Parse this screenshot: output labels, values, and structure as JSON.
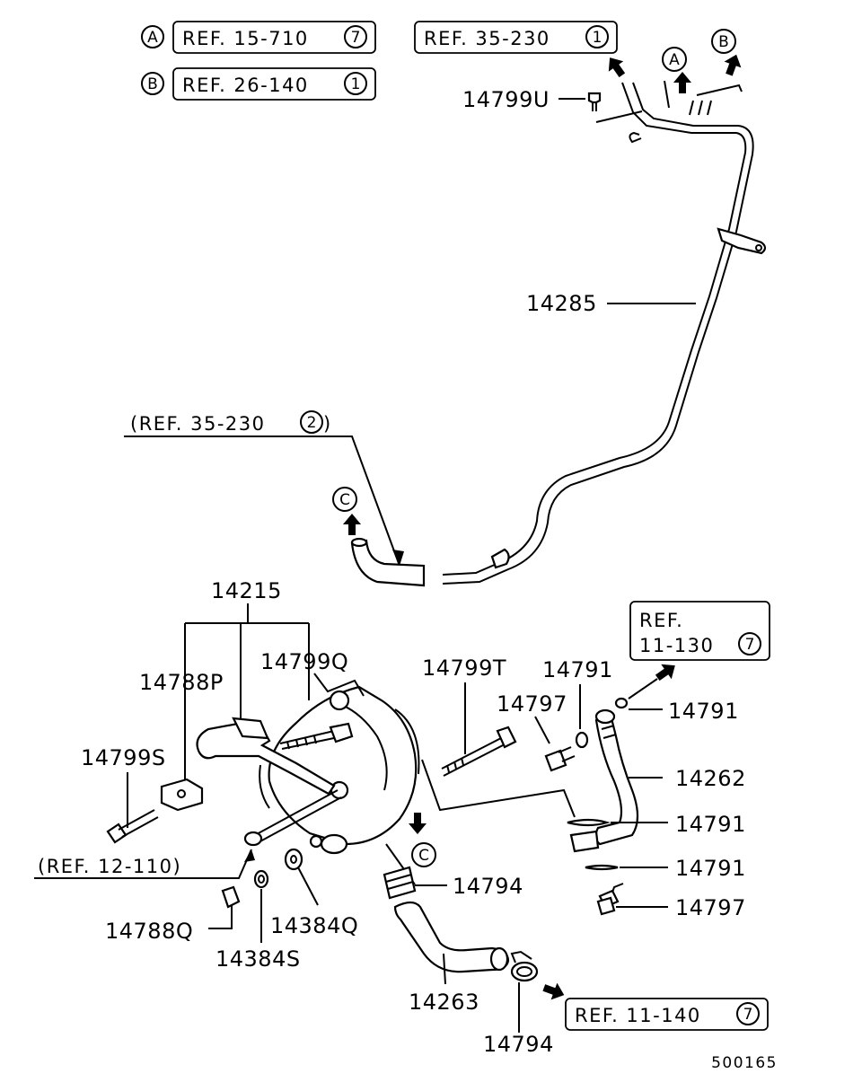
{
  "diagram_id": "500165",
  "legend": {
    "A": {
      "marker": "A",
      "ref": "REF. 15-710",
      "sub": "7"
    },
    "B": {
      "marker": "B",
      "ref": "REF. 26-140",
      "sub": "1"
    }
  },
  "refs": {
    "top": {
      "ref": "REF. 35-230",
      "sub": "1"
    },
    "mid": {
      "ref": "(REF. 35-230",
      "sub": "2",
      "close": ")"
    },
    "right_1": "REF.",
    "right_2": "11-130",
    "right_sub": "7",
    "left": "(REF. 12-110)",
    "bottom": {
      "ref": "REF. 11-140",
      "sub": "7"
    }
  },
  "markers": {
    "A": "A",
    "B": "B",
    "C": "C"
  },
  "parts": {
    "p14799U": "14799U",
    "p14285": "14285",
    "p14215": "14215",
    "p14788P": "14788P",
    "p14799Q": "14799Q",
    "p14799S": "14799S",
    "p14799T": "14799T",
    "p14791a": "14791",
    "p14797a": "14797",
    "p14791b": "14791",
    "p14262": "14262",
    "p14791c": "14791",
    "p14791d": "14791",
    "p14797b": "14797",
    "p14794a": "14794",
    "p14788Q": "14788Q",
    "p14384Q": "14384Q",
    "p14384S": "14384S",
    "p14263": "14263",
    "p14794b": "14794"
  }
}
